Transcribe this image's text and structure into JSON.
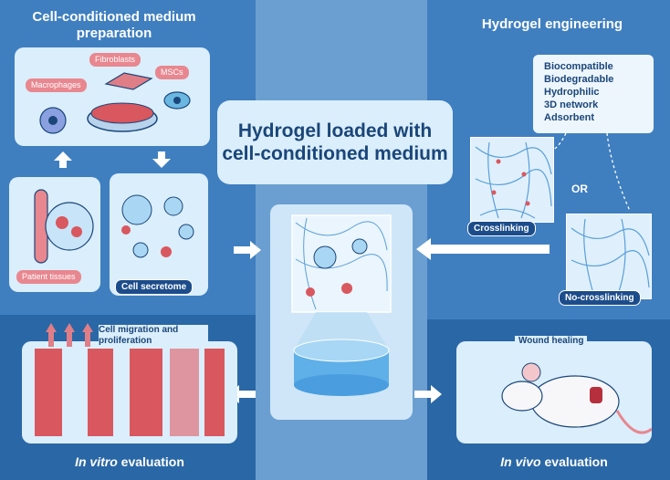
{
  "sections": {
    "cm_title": "Cell-conditioned medium preparation",
    "hydrogel_title": "Hydrogel engineering",
    "center_title": "Hydrogel loaded with cell-conditioned medium"
  },
  "cells": {
    "fibroblasts": "Fibroblasts",
    "macrophages": "Macrophages",
    "mscs": "MSCs",
    "patient_tissues": "Patient tissues",
    "cell_secretome": "Cell secretome"
  },
  "hydrogel": {
    "properties": [
      "Biocompatible",
      "Biodegradable",
      "Hydrophilic",
      "3D network",
      "Adsorbent"
    ],
    "or_label": "OR",
    "crosslinking": "Crosslinking",
    "no_crosslinking": "No-crosslinking"
  },
  "evaluation": {
    "migration": "Cell migration and proliferation",
    "in_vitro_em": "In vitro",
    "in_vitro_rest": " evaluation",
    "wound_healing": "Wound healing",
    "in_vivo_em": "In vivo",
    "in_vivo_rest": " evaluation"
  },
  "colors": {
    "dark_blue": "#1a4679",
    "panel_blue": "#3f7fc0",
    "light_card": "#dbeefc",
    "pink": "#e8878f",
    "tissue_red": "#d9575f"
  }
}
